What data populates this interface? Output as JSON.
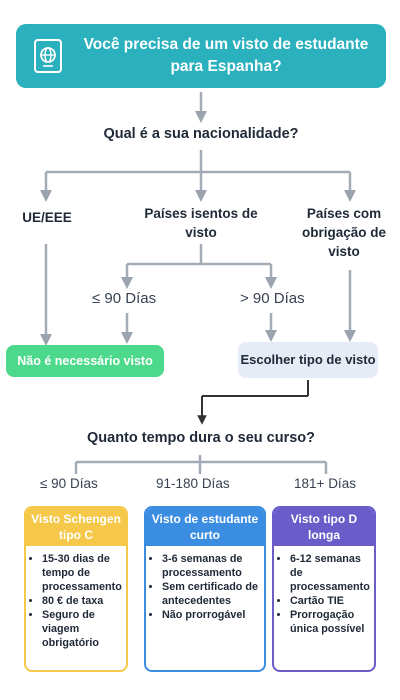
{
  "header": {
    "title": "Você precisa de um visto de estudante para Espanha?",
    "icon": "passport-globe-icon",
    "color": "#2bb0bd"
  },
  "question1": "Qual é a sua nacionalidade?",
  "nationality": {
    "eu": "UE/EEE",
    "exempt": "Países isentos de visto",
    "required": "Países com obrigação de visto"
  },
  "exempt_split": {
    "short": {
      "symbol": "≤ 90",
      "unit": "Días"
    },
    "long": {
      "symbol": "> 90",
      "unit": "Días"
    }
  },
  "outcomes": {
    "no_visa": "Não é necessário visto",
    "choose_visa": "Escolher tipo de visto"
  },
  "question2": "Quanto tempo dura o seu curso?",
  "duration": {
    "short": {
      "symbol": "≤ 90",
      "unit": "Días"
    },
    "mid": {
      "symbol": "91-180",
      "unit": "Días"
    },
    "long": {
      "symbol": "181+",
      "unit": "Días"
    }
  },
  "cards": {
    "c": {
      "title": "Visto Schengen tipo C",
      "color": "#f5c84a",
      "items": [
        "15-30 dias de tempo de processamento",
        "80 € de taxa",
        "Seguro de viagem obrigatório"
      ]
    },
    "short": {
      "title": "Visto de estudante curto",
      "color": "#3a8de0",
      "items": [
        "3-6 semanas de processamento",
        "Sem certificado de antecedentes",
        "Não prorrogável"
      ]
    },
    "d": {
      "title": "Visto tipo D longa",
      "color": "#6a5cc9",
      "items": [
        "6-12 semanas de processamento",
        "Cartão TIE",
        "Prorrogação única possível"
      ]
    }
  }
}
